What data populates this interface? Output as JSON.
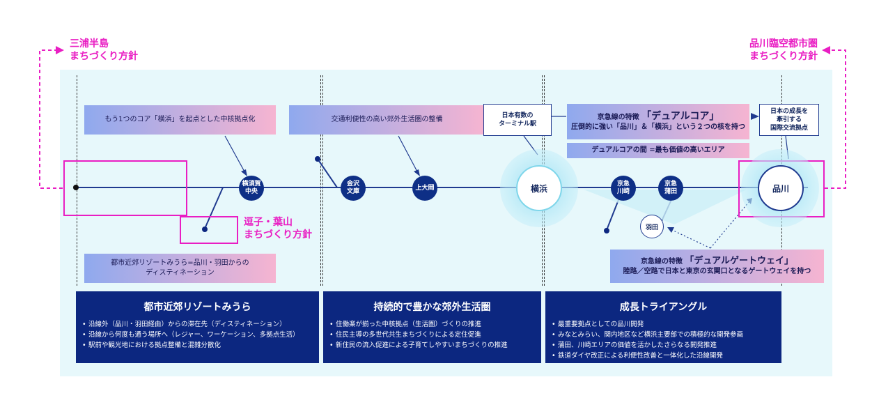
{
  "left_plan": {
    "line1": "三浦半島",
    "line2": "まちづくり方針"
  },
  "right_plan": {
    "line1": "品川臨空都市圏",
    "line2": "まちづくり方針"
  },
  "zushi_plan": {
    "line1": "逗子・葉山",
    "line2": "まちづくり方針"
  },
  "labels": {
    "core_hub": "もう1つのコア「横浜」を起点とした中核拠点化",
    "suburb": "交通利便性の高い郊外生活圏の整備",
    "resort": "都市近郊リゾートみうら=品川・羽田からの\nディスティネーション",
    "dual_core_prefix": "京急線の特徴",
    "dual_core_title": "「デュアルコア」",
    "dual_core_sub": "圧倒的に強い「品川」＆「横浜」という２つの核を持つ",
    "dual_core_between": "デュアルコアの間 =最も価値の高いエリア",
    "gateway_prefix": "京急線の特徴",
    "gateway_title": "「デュアルゲートウェイ」",
    "gateway_sub": "陸路／空路で日本と東京の玄関口となるゲートウェイを持つ"
  },
  "callouts": {
    "yokohama": "日本有数の\nターミナル駅",
    "shinagawa": "日本の成長を\n牽引する\n国際交流拠点"
  },
  "stations": {
    "yokosuka": "横須賀\n中央",
    "kanazawa": "金沢\n文庫",
    "kamiooka": "上大岡",
    "yokohama": "横浜",
    "kawasaki": "京急\n川崎",
    "kamata": "京急\n蒲田",
    "haneda": "羽田",
    "shinagawa": "品川"
  },
  "sections": [
    {
      "title": "都市近郊リゾートみうら",
      "items": [
        "沿線外（品川・羽田経由）からの滞在先（ディスティネーション）",
        "沿線から何度も通う場所へ（レジャー、ワーケーション、多拠点生活）",
        "駅前や観光地における拠点整備と混雑分散化"
      ]
    },
    {
      "title": "持続的で豊かな郊外生活圏",
      "items": [
        "住働楽が揃った中核拠点（生活圏）づくりの推進",
        "住民主導の多世代共生まちづくりによる定住促進",
        "新住民の流入促進による子育てしやすいまちづくりの推進"
      ]
    },
    {
      "title": "成長トライアングル",
      "items": [
        "最重要拠点としての品川開発",
        "みなとみらい、関内地区など横浜主要部での積極的な開発参画",
        "蒲田、川崎エリアの価値を活かしたさらなる開発推進",
        "鉄道ダイヤ改正による利便性改善と一体化した沿線開発"
      ]
    }
  ],
  "colors": {
    "accent": "#e91ec3",
    "navy": "#0c2780",
    "line": "#1f3a8f",
    "panel": "#e7f8fb"
  }
}
